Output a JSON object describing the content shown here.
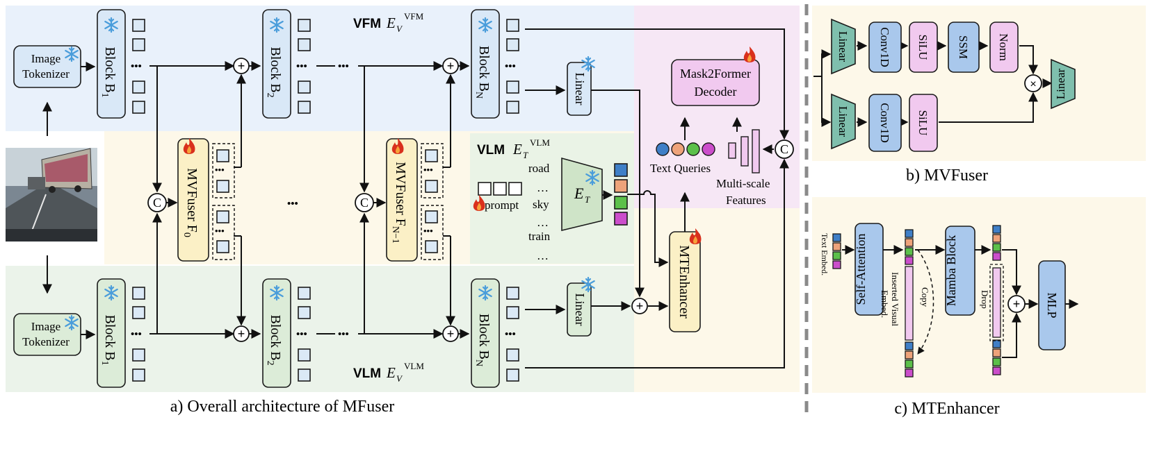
{
  "panel_a": {
    "caption": "a) Overall architecture of MFuser",
    "vfm": {
      "label": "VFM",
      "sym": "E",
      "sub": "V",
      "sup": "VFM"
    },
    "vlm_bottom": {
      "label": "VLM",
      "sym": "E",
      "sub": "V",
      "sup": "VLM"
    },
    "vlm_text": {
      "label": "VLM",
      "sym": "E",
      "sub": "T",
      "sup": "VLM"
    },
    "image_tokenizer": [
      "Image",
      "Tokenizer"
    ],
    "block_b1": {
      "main": "Block B",
      "sub": "1"
    },
    "block_b2": {
      "main": "Block B",
      "sub": "2"
    },
    "block_bn": {
      "main": "Block B",
      "sub": "N"
    },
    "mvfuser_f0": {
      "main": "MVFuser F",
      "sub": "0"
    },
    "mvfuser_fn1": {
      "main": "MVFuser F",
      "sub": "N−1"
    },
    "linear": "Linear",
    "concat": "C",
    "plus": "+",
    "ellipsis": "•••",
    "text_encoder": {
      "sym": "E",
      "sub": "T"
    },
    "prompt": "prompt",
    "classes": [
      "road",
      "…",
      "sky",
      "…",
      "train",
      "…"
    ],
    "mask2former": [
      "Mask2Former",
      "Decoder"
    ],
    "text_queries": "Text Queries",
    "multiscale": [
      "Multi-scale",
      "Features"
    ],
    "mtenhancer": "MTEnhancer"
  },
  "panel_b": {
    "caption": "b) MVFuser",
    "linear": "Linear",
    "conv1d": "Conv1D",
    "silu": "SiLU",
    "ssm": "SSM",
    "norm": "Norm",
    "times": "×"
  },
  "panel_c": {
    "caption": "c) MTEnhancer",
    "text_embed": "Text Embed.",
    "self_attention": "Self-Attention",
    "inserted": [
      "Inserted Visual",
      "Embed."
    ],
    "copy": "Copy",
    "mamba": "Mamba Block",
    "drop": "Drop",
    "mlp": "MLP",
    "plus": "+"
  },
  "colors": {
    "vfm_bg": "#e9f1fb",
    "fuse_bg": "#fdf8e9",
    "vlm_bg": "#ebf3ea",
    "head_bg": "#f6e7f5",
    "block_blue": "#d9e8f7",
    "block_green": "#dcecd8",
    "fuser_yellow": "#fbf0c6",
    "pink": "#f1c9ef",
    "teal": "#7fbfad",
    "blue": "#a9c8ec",
    "flame": "#d9301c",
    "snow": "#4a9ddb"
  }
}
